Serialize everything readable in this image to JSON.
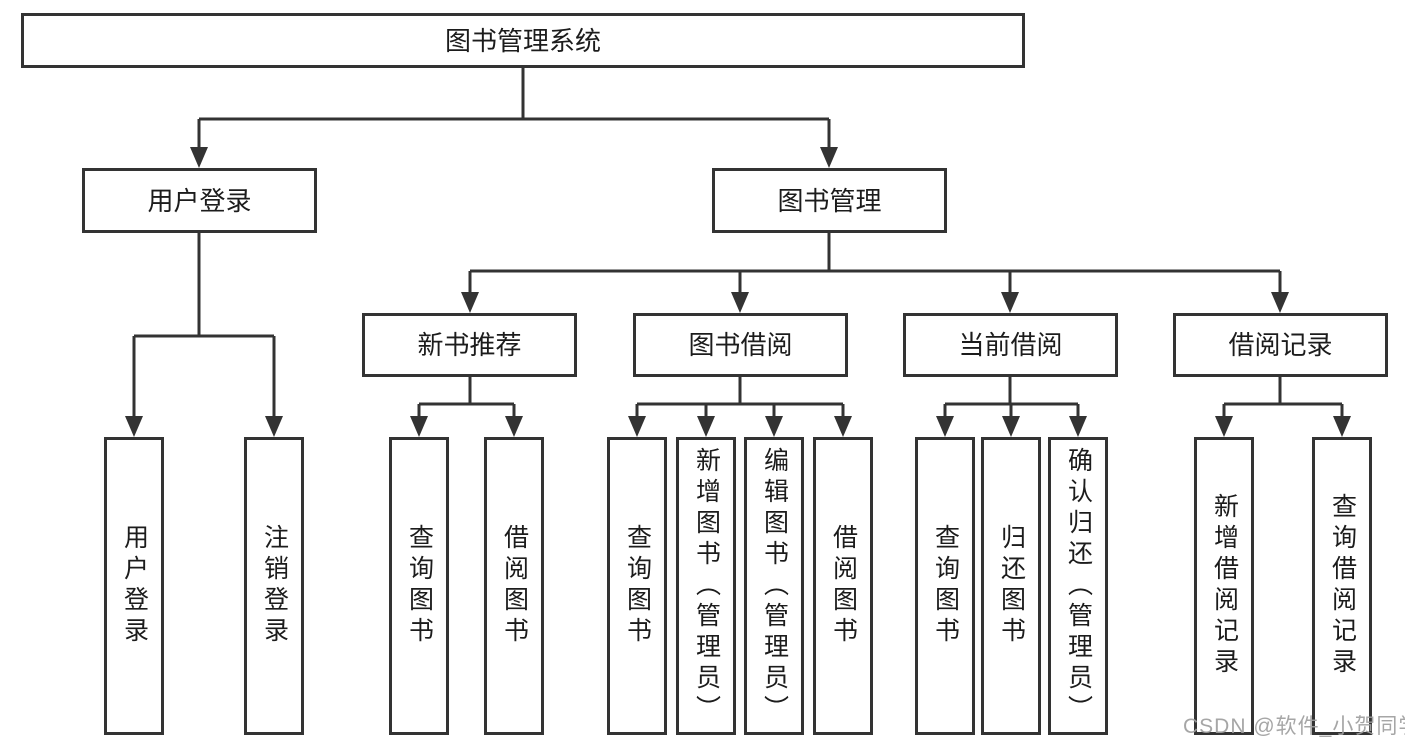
{
  "diagram_type": "hierarchy-tree",
  "tree": {
    "label": "图书管理系统",
    "children": [
      {
        "label": "用户登录",
        "children": [
          {
            "label": "用户登录"
          },
          {
            "label": "注销登录"
          }
        ]
      },
      {
        "label": "图书管理",
        "children": [
          {
            "label": "新书推荐",
            "children": [
              {
                "label": "查询图书"
              },
              {
                "label": "借阅图书"
              }
            ]
          },
          {
            "label": "图书借阅",
            "children": [
              {
                "label": "查询图书"
              },
              {
                "label": "新增图书（管理员）"
              },
              {
                "label": "编辑图书（管理员）"
              },
              {
                "label": "借阅图书"
              }
            ]
          },
          {
            "label": "当前借阅",
            "children": [
              {
                "label": "查询图书"
              },
              {
                "label": "归还图书"
              },
              {
                "label": "确认归还（管理员）"
              }
            ]
          },
          {
            "label": "借阅记录",
            "children": [
              {
                "label": "新增借阅记录"
              },
              {
                "label": "查询借阅记录"
              }
            ]
          }
        ]
      }
    ]
  },
  "watermark": {
    "text": "CSDN @软件_小贺同学"
  },
  "colors": {
    "line": "#333333",
    "text": "#1c1c1c",
    "background": "#ffffff",
    "watermark": "#9e9e9e"
  }
}
